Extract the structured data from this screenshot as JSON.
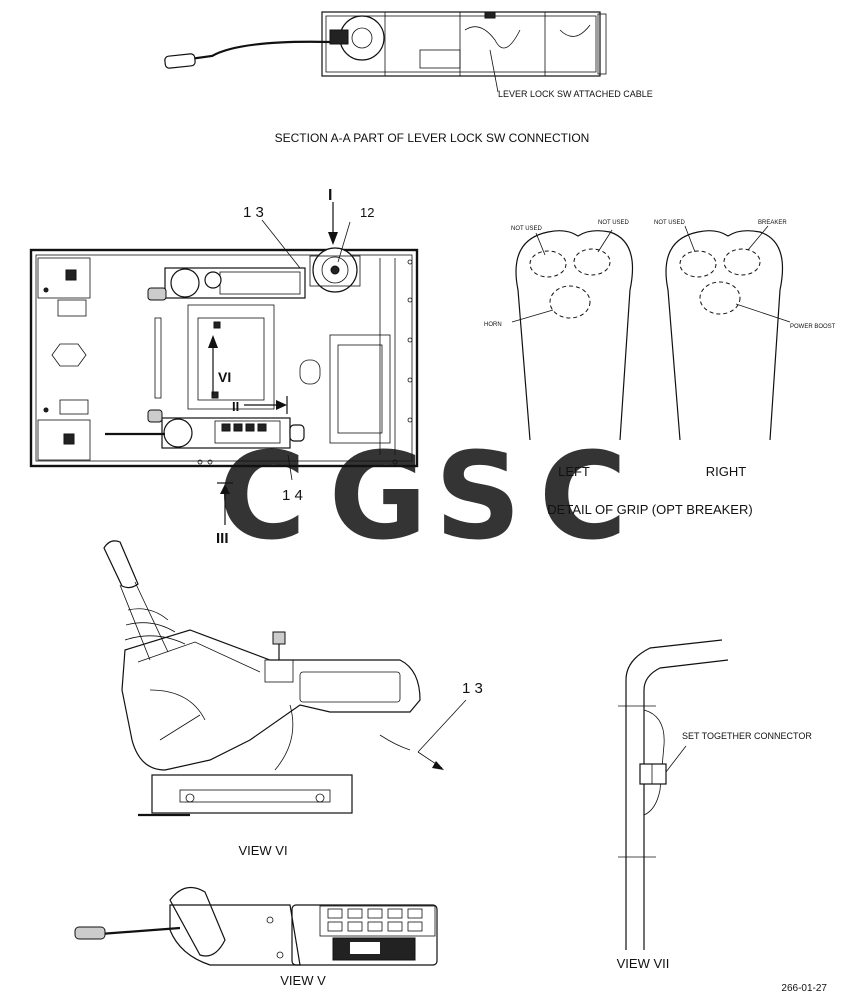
{
  "section_a": {
    "cable_label": "LEVER LOCK SW ATTACHED CABLE",
    "title": "SECTION A-A PART OF LEVER LOCK SW CONNECTION"
  },
  "main_view": {
    "callout_13": "1 3",
    "callout_12": "12",
    "callout_14": "1 4",
    "arrow_I": "I",
    "arrow_II": "II",
    "arrow_III": "III",
    "view_VI_mark": "VI"
  },
  "grip_detail": {
    "left_label": "LEFT",
    "right_label": "RIGHT",
    "title": "DETAIL OF GRIP (OPT BREAKER)",
    "left": {
      "not_used_1": "NOT USED",
      "not_used_2": "NOT USED",
      "horn": "HORN"
    },
    "right": {
      "not_used": "NOT USED",
      "breaker": "BREAKER",
      "power_boost": "POWER BOOST"
    }
  },
  "view_vi": {
    "label": "VIEW VI",
    "callout_13": "1 3"
  },
  "view_vii": {
    "label": "VIEW VII",
    "connector": "SET TOGETHER CONNECTOR"
  },
  "view_v": {
    "label": "VIEW V"
  },
  "page_code": "266-01-27",
  "watermark": {
    "letters": [
      "C",
      "G",
      "S",
      "C"
    ],
    "colors": [
      "#4285F4",
      "#EA4335",
      "#FBBC05",
      "#34A853"
    ]
  }
}
